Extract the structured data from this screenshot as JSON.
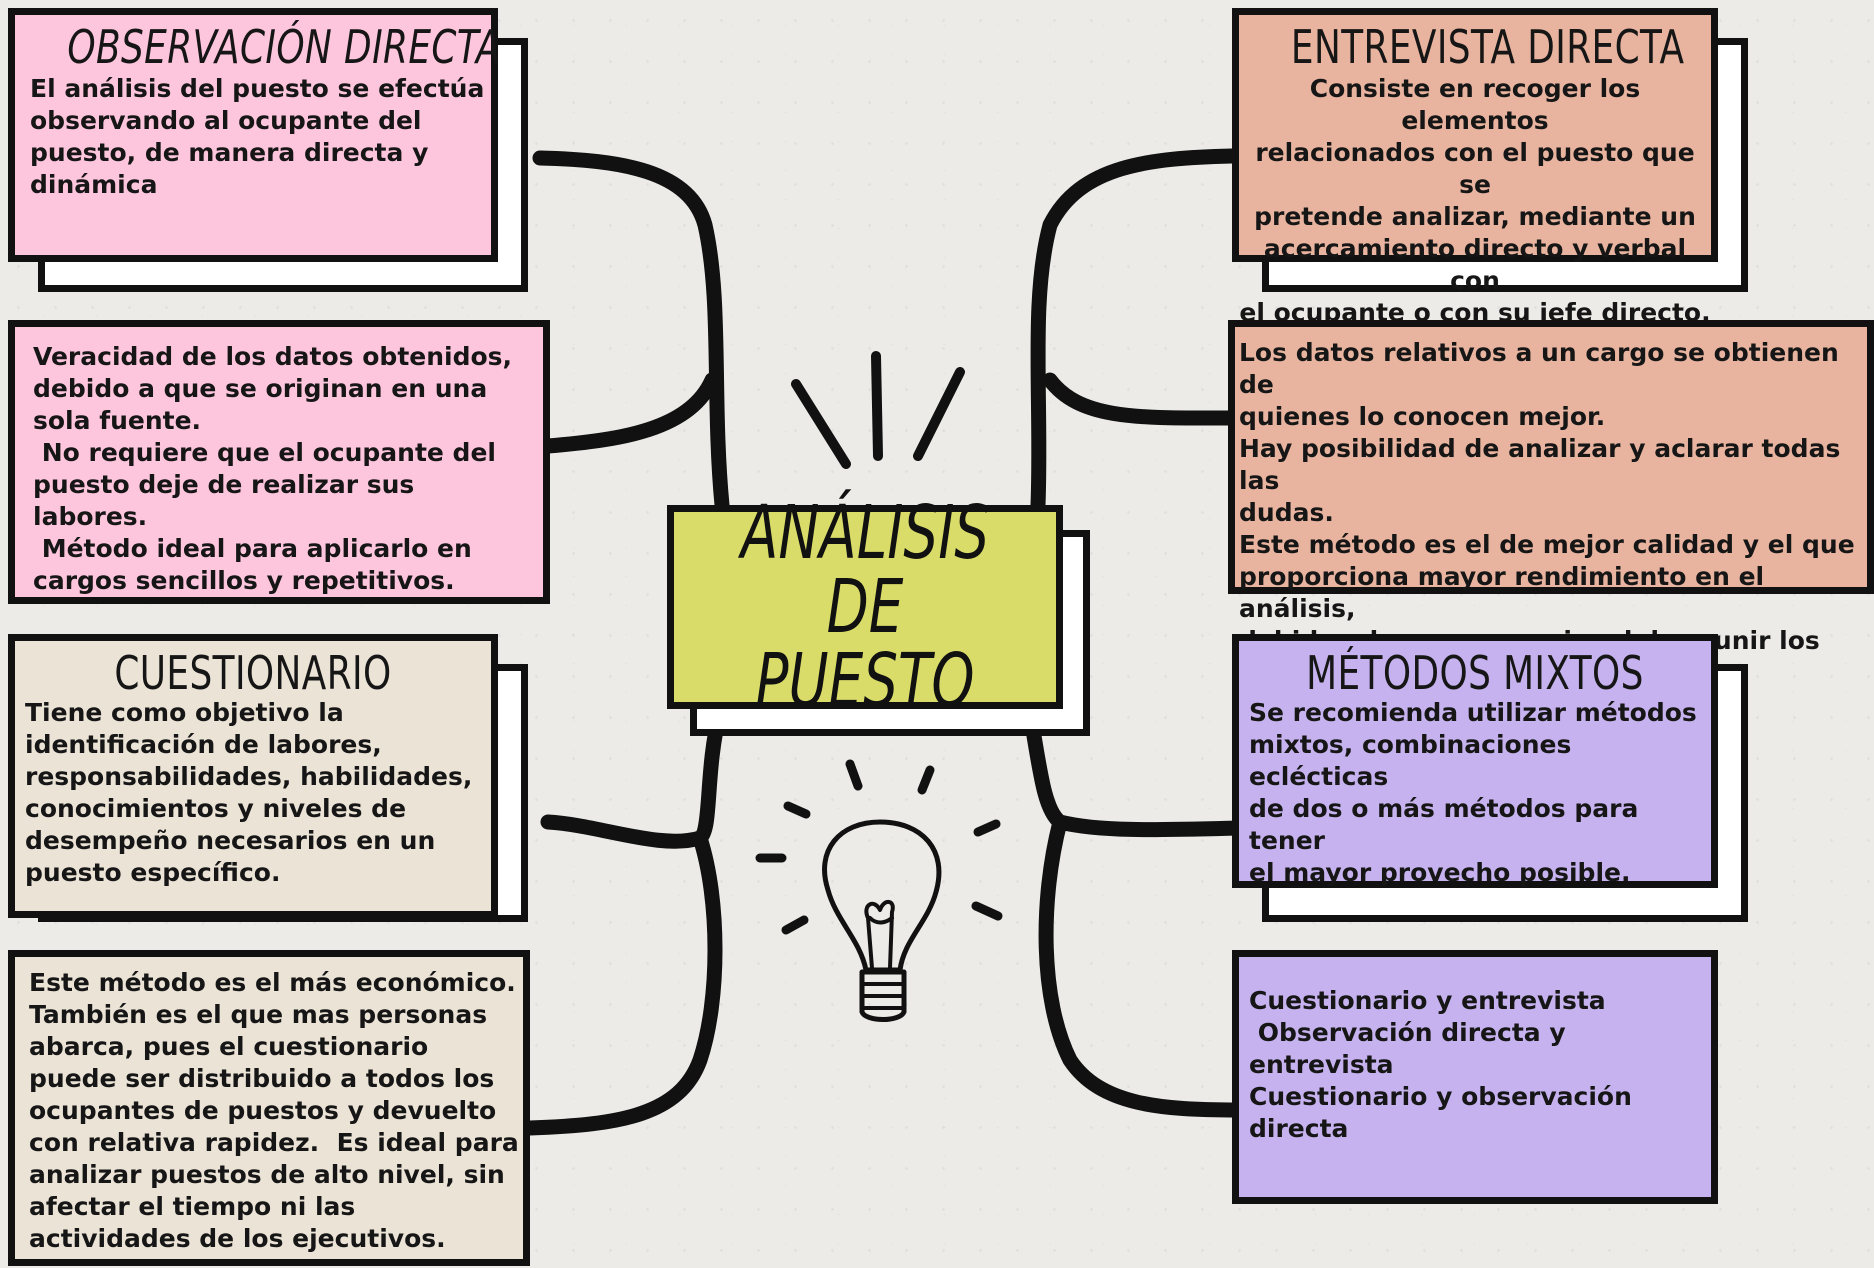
{
  "center": {
    "title": "ANÁLISIS DE\nPUESTO"
  },
  "colors": {
    "observacion": "#fec6dd",
    "entrevista": "#e8b49f",
    "cuestionario": "#ebe3d6",
    "mixtos": "#c6b2ee",
    "center": "#d9dc68",
    "outline": "#111111"
  },
  "icons": [
    "lightbulb-icon",
    "idea-rays-icon"
  ],
  "observacion": {
    "title": "OBSERVACIÓN DIRECTA",
    "description": "El análisis del puesto se efectúa\nobservando al ocupante del\npuesto, de manera directa y\ndinámica",
    "details": "Veracidad de los datos obtenidos,\ndebido a que se originan en una\nsola fuente.\n No requiere que el ocupante del\npuesto deje de realizar sus\nlabores.\n Método ideal para aplicarlo en\ncargos sencillos y repetitivos."
  },
  "cuestionario": {
    "title": "CUESTIONARIO",
    "description": "Tiene como objetivo la\nidentificación de labores,\nresponsabilidades, habilidades,\nconocimientos y niveles de\ndesempeño necesarios en un\npuesto específico.",
    "details": "Este método es el más económico.\nTambién es el que mas personas\nabarca, pues el cuestionario\npuede ser distribuido a todos los\nocupantes de puestos y devuelto\ncon relativa rapidez.  Es ideal para\nanalizar puestos de alto nivel, sin\nafectar el tiempo ni las\nactividades de los ejecutivos."
  },
  "entrevista": {
    "title": "ENTREVISTA DIRECTA",
    "description": "Consiste en recoger los elementos\nrelacionados con el puesto que se\npretende analizar, mediante un\nacercamiento directo y verbal con\nel ocupante o con su jefe directo.",
    "details": "Los datos relativos a un cargo se obtienen de\nquienes lo conocen mejor.\nHay posibilidad de analizar y aclarar todas las\ndudas.\nEste método es el de mejor calidad y el que\nproporciona mayor rendimiento en el análisis,\ndebido a la manera racional de reunir los datos.\n No tiene contraindicaciones"
  },
  "mixtos": {
    "title": "MÉTODOS MIXTOS",
    "description": "Se recomienda utilizar métodos\nmixtos, combinaciones eclécticas\nde dos o más métodos para tener\nel mayor provecho posible.",
    "details": "Cuestionario y entrevista\n Observación directa y entrevista\nCuestionario y observación\ndirecta"
  }
}
